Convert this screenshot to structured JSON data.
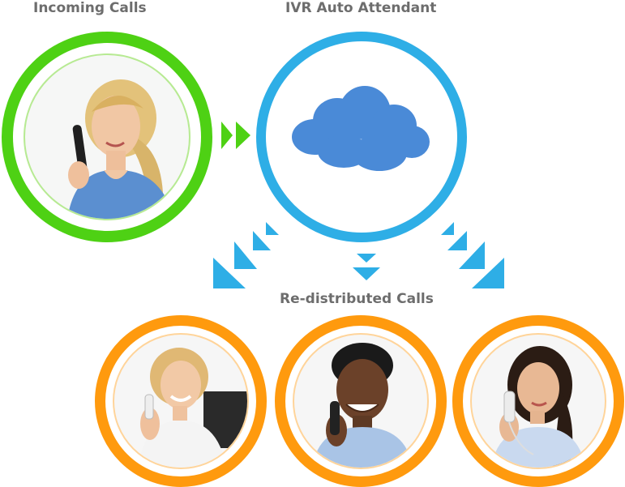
{
  "labels": {
    "incoming": "Incoming Calls",
    "ivr": "IVR Auto Attendant",
    "redistributed": "Re-distributed Calls"
  },
  "nodes": [
    {
      "id": "incoming",
      "icon": "woman-on-phone-photo",
      "color": "#4ed114"
    },
    {
      "id": "ivr",
      "icon": "cloud-icon",
      "color": "#2eaee6"
    },
    {
      "id": "agent-1",
      "icon": "woman-on-phone-photo",
      "color": "#ff9a0e"
    },
    {
      "id": "agent-2",
      "icon": "man-on-phone-photo",
      "color": "#ff9a0e"
    },
    {
      "id": "agent-3",
      "icon": "woman-on-phone-photo",
      "color": "#ff9a0e"
    }
  ],
  "colors": {
    "green_arrow": "#4ed114",
    "blue_arrow": "#2eaee6",
    "cloud": "#4a8ad7",
    "label": "#6d6d6d"
  }
}
